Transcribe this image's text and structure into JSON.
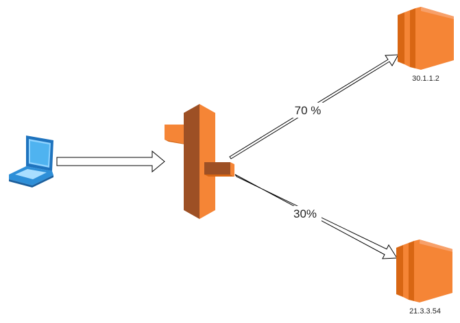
{
  "diagram": {
    "client": {
      "icon": "laptop-icon"
    },
    "load_balancer": {
      "icon": "aws-elastic-load-balancer-icon"
    },
    "routes": [
      {
        "label": "70 %",
        "target": "30.1.1.2",
        "weight": 70
      },
      {
        "label": "30%",
        "target": "21.3.3.54",
        "weight": 30
      }
    ],
    "servers": [
      {
        "ip": "30.1.1.2",
        "icon": "aws-ec2-instance-icon"
      },
      {
        "ip": "21.3.3.54",
        "icon": "aws-ec2-instance-icon"
      }
    ],
    "colors": {
      "aws_orange": "#F58536",
      "aws_orange_dark": "#9D5025",
      "aws_orange_mid": "#D86613",
      "laptop_blue": "#2E8FD8",
      "arrow_stroke": "#000000",
      "arrow_fill": "#FFFFFF"
    }
  }
}
